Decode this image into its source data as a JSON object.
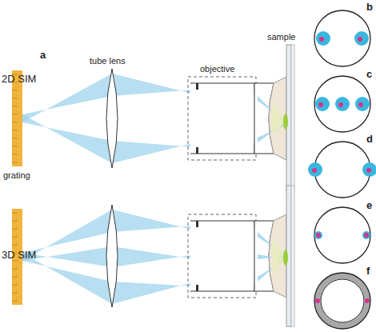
{
  "diagram": {
    "labels": [
      "a",
      "2D SIM",
      "grating",
      "tube lens",
      "objective",
      "sample",
      "3D SIM",
      "b",
      "c",
      "d",
      "e",
      "f"
    ]
  }
}
